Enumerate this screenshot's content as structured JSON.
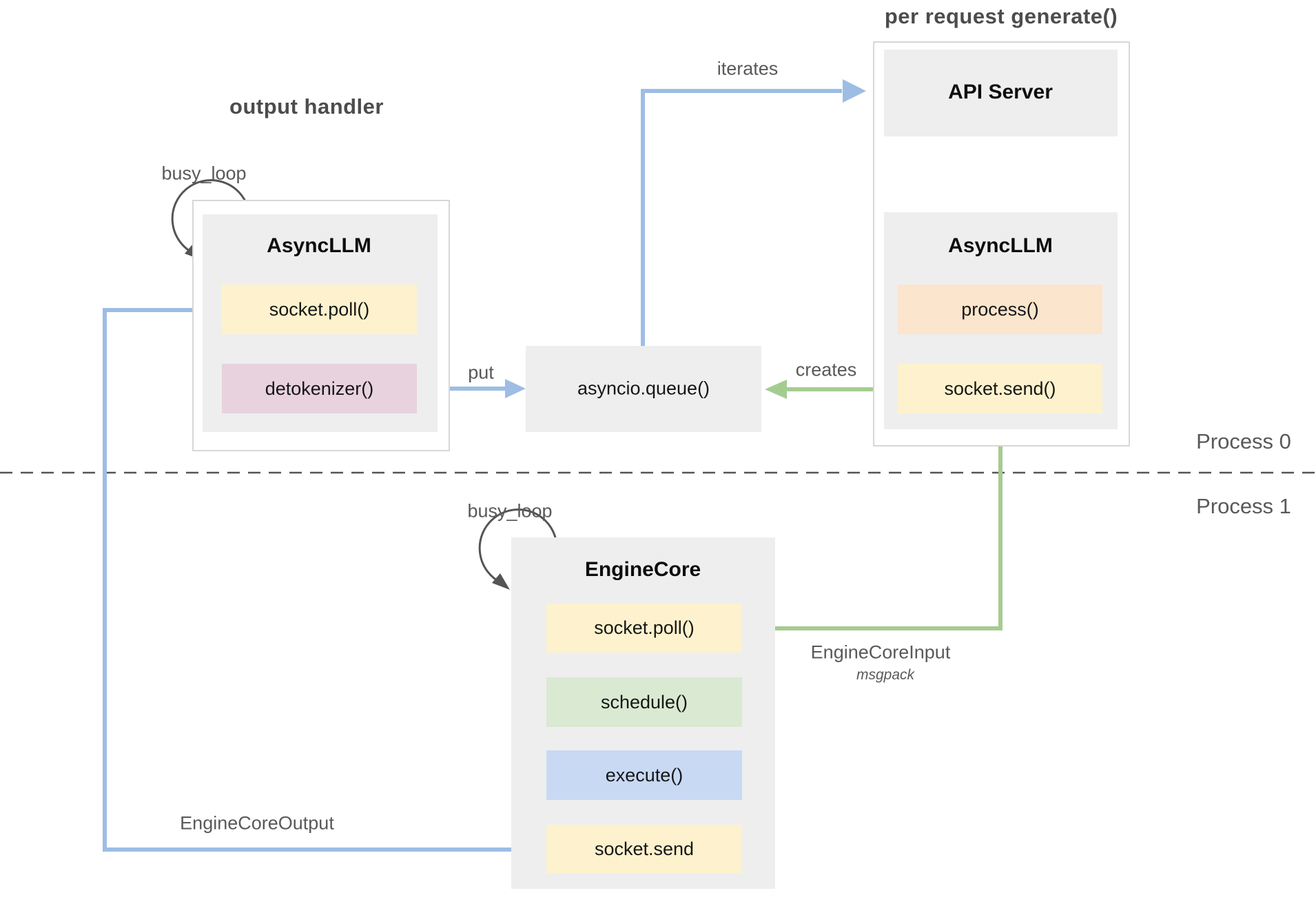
{
  "colors": {
    "arrow_blue": "#9dbde4",
    "arrow_green": "#a5cc90",
    "loop_gray": "#555555",
    "gray_fill": "#eeeeee",
    "outer_border": "#d7d7d7",
    "yellow": "#fdf2cd",
    "pink": "#e8d2de",
    "peach": "#fbe5cd",
    "green": "#d9e9d2",
    "blue": "#c8d9f4",
    "label_gray": "#595959"
  },
  "section_titles": {
    "output_handler": "output handler",
    "per_request": "per request generate()"
  },
  "process_labels": {
    "process0": "Process 0",
    "process1": "Process 1"
  },
  "left_asyncllm": {
    "title": "AsyncLLM",
    "socket_poll": "socket.poll()",
    "detokenizer": "detokenizer()"
  },
  "api_server": {
    "title": "API Server"
  },
  "right_asyncllm": {
    "title": "AsyncLLM",
    "process": "process()",
    "socket_send": "socket.send()"
  },
  "queue_box": {
    "label": "asyncio.queue()"
  },
  "engine_core": {
    "title": "EngineCore",
    "socket_poll": "socket.poll()",
    "schedule": "schedule()",
    "execute": "execute()",
    "socket_send": "socket.send"
  },
  "edge_labels": {
    "busy_loop_output_handler": "busy_loop",
    "busy_loop_engine_core": "busy_loop",
    "iterates": "iterates",
    "put": "put",
    "creates": "creates",
    "engine_core_input": "EngineCoreInput",
    "engine_core_input_format": "msgpack",
    "engine_core_output": "EngineCoreOutput"
  }
}
